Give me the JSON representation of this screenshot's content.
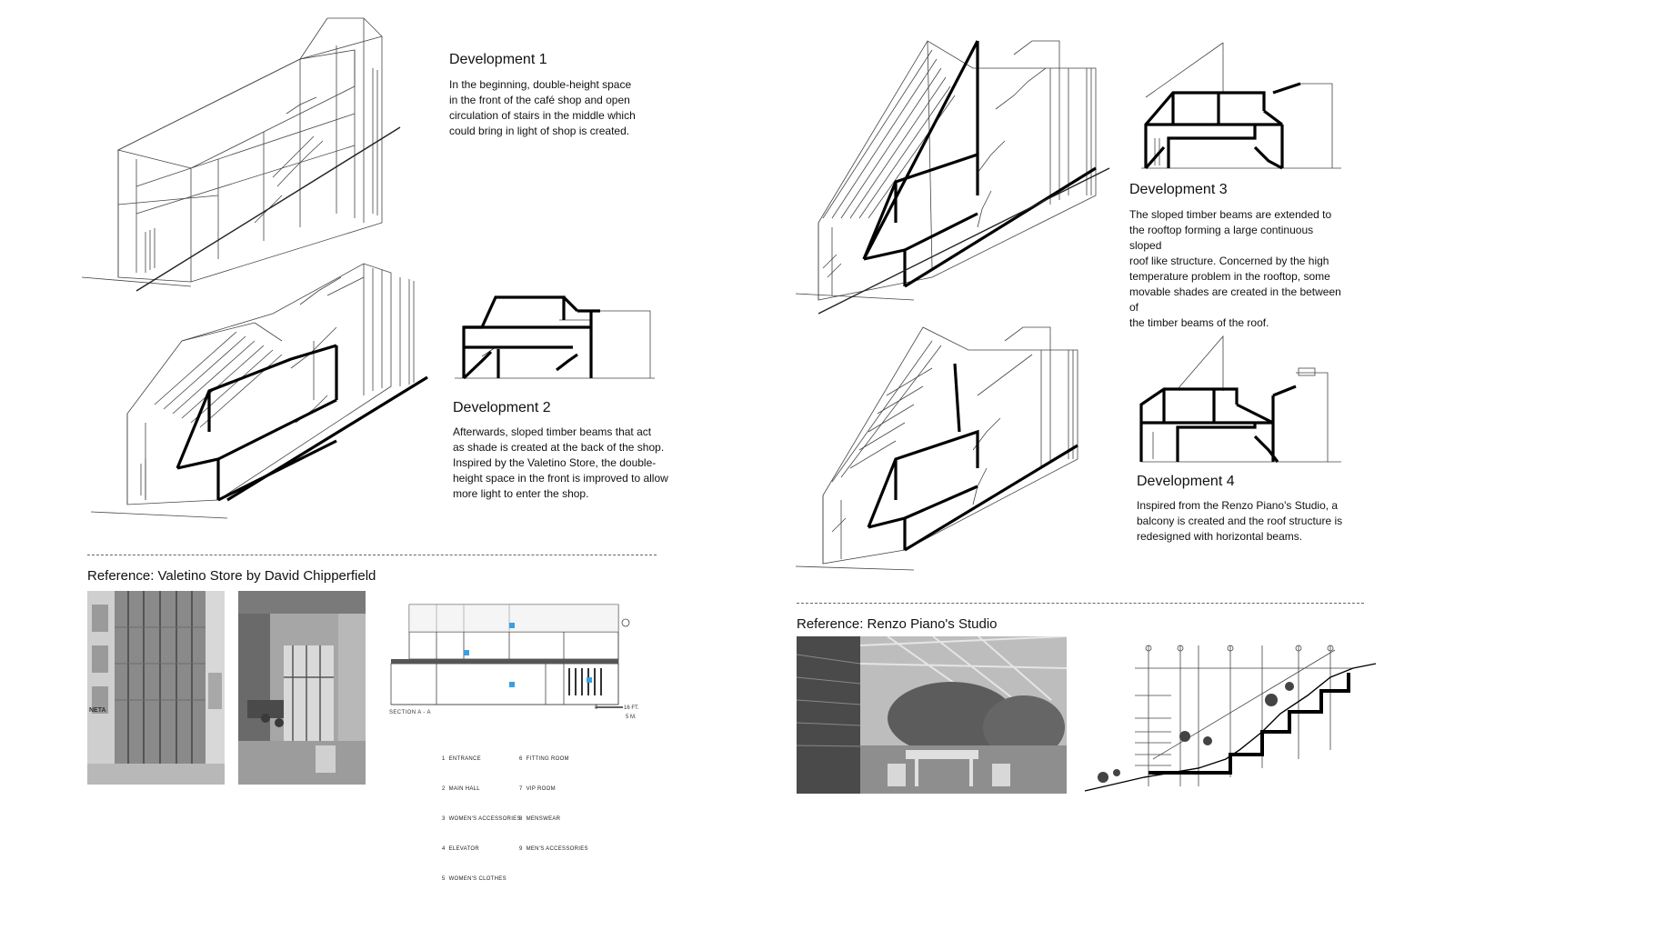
{
  "developments": [
    {
      "title": "Development 1",
      "text": "In the beginning, double-height space\nin the front of the café shop and open\ncirculation of stairs in the middle which\ncould bring in light of shop is created."
    },
    {
      "title": "Development 2",
      "text": "Afterwards, sloped timber beams that act\nas shade is created at the back of the shop.\nInspired by the Valetino Store, the double-\nheight space in the front is improved to allow\nmore light to enter the shop."
    },
    {
      "title": "Development 3",
      "text": "The sloped timber beams are extended to\nthe rooftop forming a large continuous sloped\nroof like structure. Concerned by the high\ntemperature problem in the rooftop, some\nmovable shades are created in the between of\nthe timber beams of the roof."
    },
    {
      "title": "Development 4",
      "text": "Inspired from the Renzo Piano's Studio, a\nbalcony is created and the roof structure is\nredesigned with horizontal beams."
    }
  ],
  "references": {
    "valentino": {
      "title": "Reference: Valetino Store by David Chipperfield",
      "storefront_sign": "NETA",
      "section_label": "SECTION A - A",
      "scale_zero": "0",
      "scale_ft": "16 FT.",
      "scale_m": "5 M.",
      "legend_left": [
        "1  ENTRANCE",
        "2  MAIN HALL",
        "3  WOMEN'S ACCESSORIES",
        "4  ELEVATOR",
        "5  WOMEN'S CLOTHES"
      ],
      "legend_right": [
        "6  FITTING ROOM",
        "7  VIP ROOM",
        "8  MENSWEAR",
        "9  MEN'S ACCESSORIES"
      ]
    },
    "renzo": {
      "title": "Reference: Renzo Piano's Studio"
    }
  }
}
